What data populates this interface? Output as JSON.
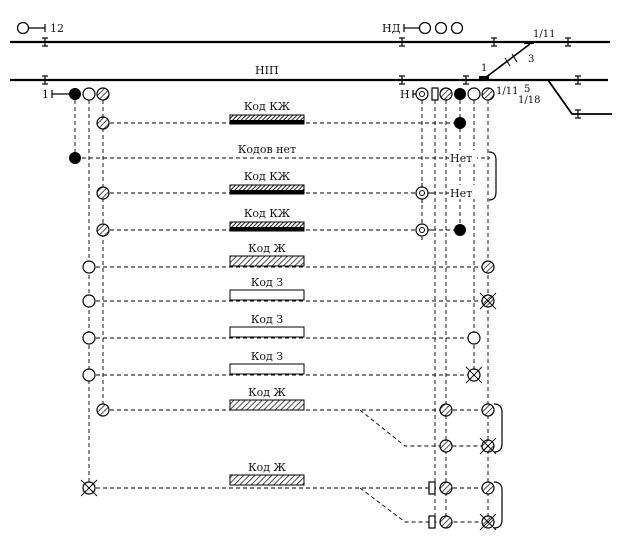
{
  "labels": {
    "signal_12": "12",
    "signal_nd": "НД",
    "track_nip": "НIП",
    "signal_1": "1",
    "signal_n": "Н",
    "switch_1_11_top": "1/11",
    "switch_3": "3",
    "switch_1": "1",
    "switch_1_11": "1/11",
    "switch_5": "5",
    "switch_1_18": "1/18",
    "net_1": "Нет",
    "net_2": "Нет"
  },
  "rows": [
    {
      "code": "Код КЖ"
    },
    {
      "code": "Кодов нет"
    },
    {
      "code": "Код КЖ"
    },
    {
      "code": "Код КЖ"
    },
    {
      "code": "Код Ж"
    },
    {
      "code": "Код З"
    },
    {
      "code": "Код З"
    },
    {
      "code": "Код З"
    },
    {
      "code": "Код Ж"
    },
    {
      "code": "Код Ж"
    }
  ]
}
